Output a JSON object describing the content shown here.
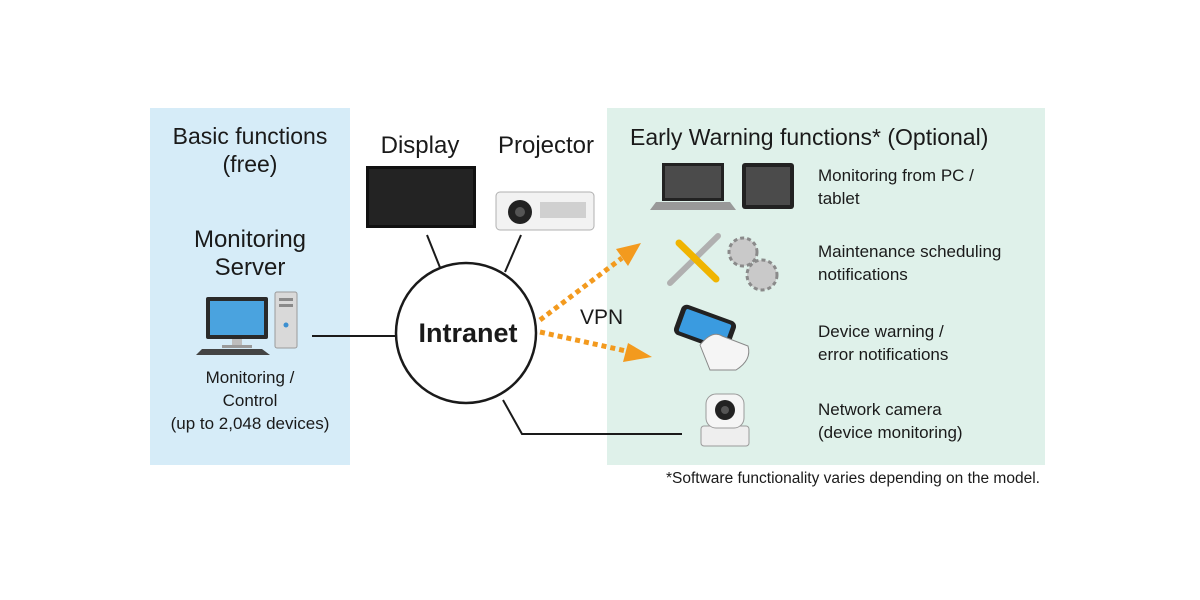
{
  "basic": {
    "title_line1": "Basic functions",
    "title_line2": "(free)",
    "server_line1": "Monitoring",
    "server_line2": "Server",
    "caption_line1": "Monitoring /",
    "caption_line2": "Control",
    "caption_line3": "(up to 2,048 devices)"
  },
  "devices": {
    "display": "Display",
    "projector": "Projector"
  },
  "network": {
    "intranet": "Intranet",
    "vpn": "VPN"
  },
  "early_warning": {
    "title": "Early Warning functions* (Optional)",
    "features": [
      {
        "line1": "Monitoring from PC /",
        "line2": "tablet",
        "icon": "laptop-tablet-icon"
      },
      {
        "line1": "Maintenance scheduling",
        "line2": "notifications",
        "icon": "tools-gears-icon"
      },
      {
        "line1": "Device warning /",
        "line2": "error notifications",
        "icon": "smartphone-hand-icon"
      },
      {
        "line1": "Network camera",
        "line2": "(device monitoring)",
        "icon": "ptz-camera-icon"
      }
    ]
  },
  "footnote": "*Software functionality varies depending on the model.",
  "colors": {
    "basic_panel": "#d6ecf8",
    "early_panel": "#dff1ea",
    "vpn_arrow": "#f39a1e"
  }
}
